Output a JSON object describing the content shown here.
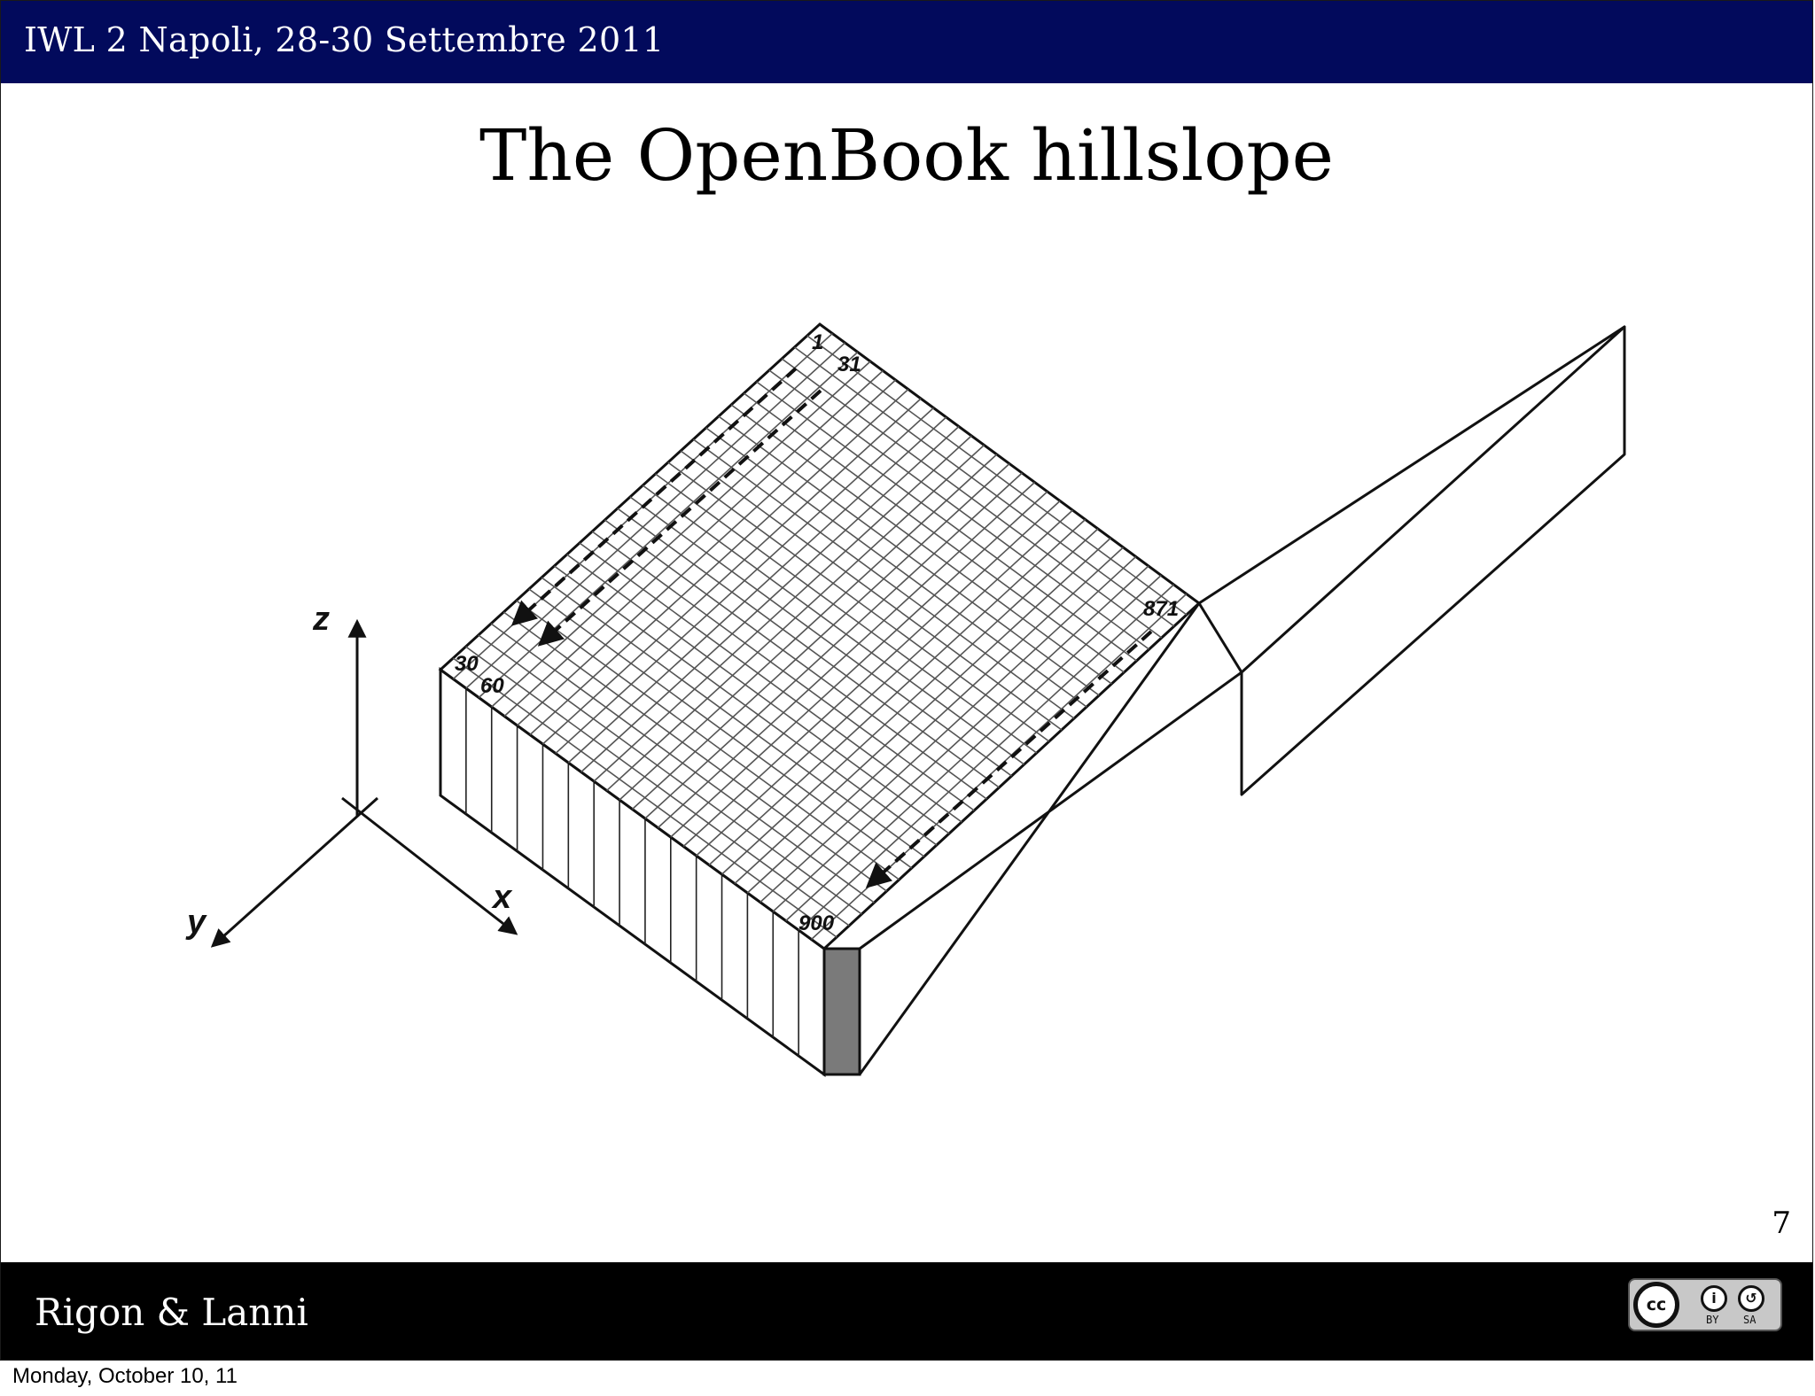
{
  "header": {
    "text": "IWL 2 Napoli, 28-30 Settembre 2011"
  },
  "slide": {
    "title": "The OpenBook hillslope",
    "page_number": "7"
  },
  "diagram": {
    "cell_labels": {
      "first": "1",
      "second_row_start": "31",
      "row_end": "30",
      "second_row_end": "60",
      "last_row_start": "871",
      "last": "900"
    },
    "axes": {
      "z": "z",
      "x": "x",
      "y": "y"
    },
    "grid_rows": 30,
    "grid_cols": 30
  },
  "footer": {
    "authors": "Rigon & Lanni",
    "license": {
      "icon": "creative-commons-by-sa-icon",
      "cc": "cc",
      "by": "BY",
      "sa": "SA"
    }
  },
  "datestamp": "Monday, October 10, 11"
}
